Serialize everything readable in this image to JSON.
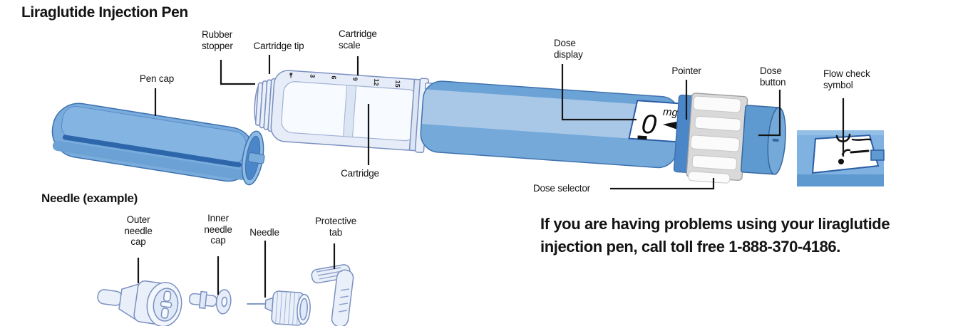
{
  "title": "Liraglutide Injection Pen",
  "pen": {
    "labels": {
      "pen_cap": "Pen cap",
      "rubber_stopper": "Rubber\nstopper",
      "cartridge_tip": "Cartridge tip",
      "cartridge_scale": "Cartridge\nscale",
      "cartridge": "Cartridge",
      "dose_display": "Dose\ndisplay",
      "pointer": "Pointer",
      "dose_button": "Dose\nbutton",
      "dose_selector": "Dose selector",
      "flow_check_symbol": "Flow check\nsymbol"
    },
    "dose_display": {
      "value": "0",
      "unit": "mg"
    },
    "cartridge_scale_marks": [
      "⇤",
      "3",
      "6",
      "9",
      "12",
      "15"
    ]
  },
  "needle_section": {
    "heading": "Needle (example)",
    "labels": {
      "outer_needle_cap": "Outer\nneedle\ncap",
      "inner_needle_cap": "Inner\nneedle\ncap",
      "needle": "Needle",
      "protective_tab": "Protective\ntab"
    }
  },
  "help": {
    "text": "If you are having problems using your liraglutide\ninjection pen, call toll free 1-888-370-4186."
  },
  "colors": {
    "pen_blue": "#79ACDC",
    "pen_blue_light": "#A9C8E8",
    "pen_blue_mid": "#6CA3D6",
    "pen_blue_deep": "#4B86C9",
    "pen_blue_dark": "#2D66AA",
    "button_blue": "#5E9AD0",
    "outline_blue": "#3F72AE",
    "selector_gray": "#D9D9D9",
    "part_fill": "#EAF0FA",
    "part_stroke": "#7B90C0",
    "ink": "#141414"
  }
}
